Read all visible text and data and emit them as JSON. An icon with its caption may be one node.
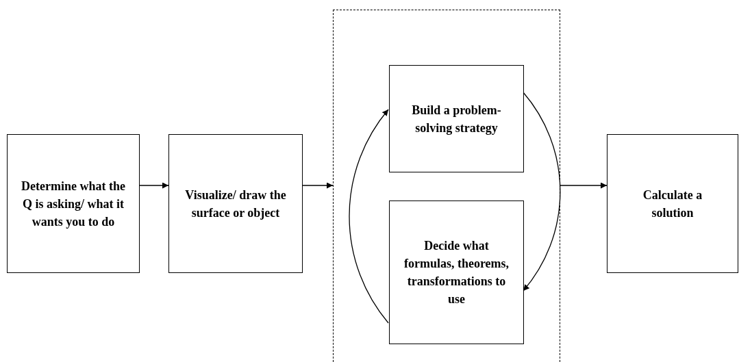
{
  "diagram": {
    "nodes": [
      {
        "text": [
          "Determine what the Q is asking/ what it wants you to do"
        ]
      },
      {
        "text": [
          "Visualize/ draw the surface or object"
        ]
      },
      {
        "text": [],
        "shape": "box"
      },
      {
        "text": [
          "Build a problem-solving strategy"
        ],
        "in": 2
      },
      {
        "text": [
          "Decide what formulas, theorems, transformations to use"
        ],
        "in": 2
      },
      {
        "text": [
          "Calculate a solution"
        ]
      }
    ],
    "edges": [
      {
        "from": 0,
        "to": 1,
        "arrow": "to"
      },
      {
        "from": 1,
        "to": 2,
        "arrow": "to"
      },
      {
        "from": 2,
        "to": 5,
        "arrow": "to"
      },
      {
        "from": 4,
        "to": 3,
        "arrow": "to"
      },
      {
        "from": 3,
        "to": 4,
        "arrow": "to"
      }
    ]
  }
}
